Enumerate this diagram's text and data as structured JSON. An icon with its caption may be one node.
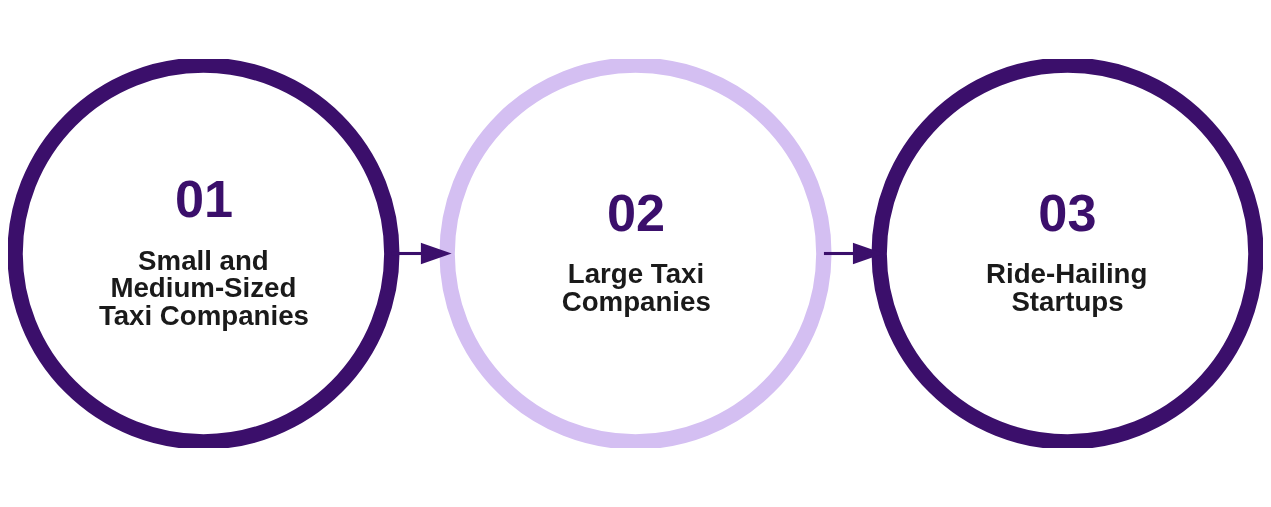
{
  "diagram": {
    "nodes": [
      {
        "text": [
          "01",
          "Small and Medium-Sized Taxi Companies"
        ]
      },
      {
        "text": [
          "02",
          "Large Taxi Companies"
        ]
      },
      {
        "text": [
          "03",
          "Ride-Hailing Startups"
        ]
      }
    ],
    "edges": [
      {
        "from": 0,
        "to": 1,
        "arrow": "to"
      },
      {
        "from": 1,
        "to": 2,
        "arrow": "to"
      }
    ]
  }
}
